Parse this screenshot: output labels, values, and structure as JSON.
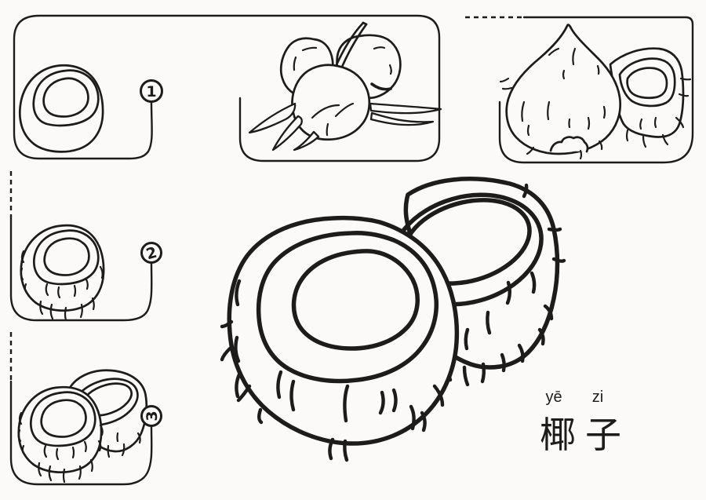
{
  "colors": {
    "ink": "#1d1c1a",
    "paper": "#fbfaf8"
  },
  "steps": [
    {
      "label": "1"
    },
    {
      "label": "2"
    },
    {
      "label": "3"
    }
  ],
  "caption": {
    "pinyin": [
      "yē",
      "zi"
    ],
    "hanzi": "椰子"
  }
}
